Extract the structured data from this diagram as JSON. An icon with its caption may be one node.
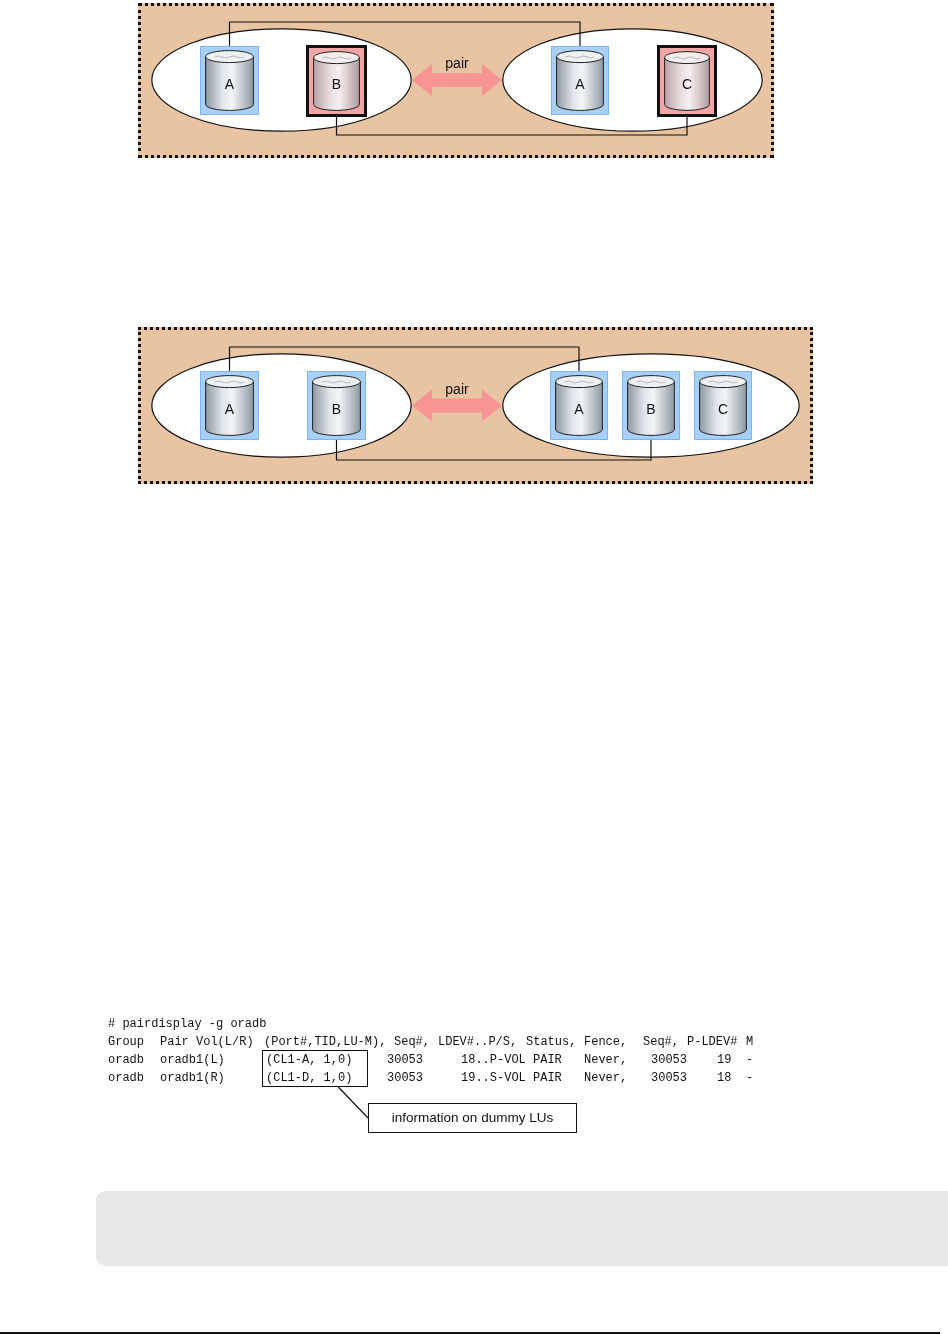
{
  "diagram": {
    "nodes": [
      {
        "text": [],
        "shape": "box"
      },
      {
        "text": [],
        "shape": "ellipse",
        "in": 0
      },
      {
        "text": [
          "A"
        ],
        "in": 1
      },
      {
        "text": [
          "B"
        ],
        "in": 1
      },
      {
        "text": [],
        "shape": "ellipse",
        "in": 0
      },
      {
        "text": [
          "A"
        ],
        "in": 4
      },
      {
        "text": [
          "C"
        ],
        "in": 4
      },
      {
        "text": [],
        "shape": "box"
      },
      {
        "text": [],
        "shape": "ellipse",
        "in": 7
      },
      {
        "text": [
          "A"
        ],
        "in": 8
      },
      {
        "text": [
          "B"
        ],
        "in": 8
      },
      {
        "text": [],
        "shape": "ellipse",
        "in": 7
      },
      {
        "text": [
          "A"
        ],
        "in": 11
      },
      {
        "text": [
          "B"
        ],
        "in": 11
      },
      {
        "text": [
          "C"
        ],
        "in": 11
      },
      {
        "text": [
          "(CL1-A, 1,0)",
          "(CL1-D, 1,0)"
        ]
      },
      {
        "text": [
          "information on dummy LUs"
        ]
      }
    ],
    "edges": [
      {
        "from": 1,
        "to": 4,
        "arrow": "both",
        "label": "pair",
        "style": "thick",
        "color": "#f79494"
      },
      {
        "from": 2,
        "to": 5,
        "arrow": "none"
      },
      {
        "from": 3,
        "to": 6,
        "arrow": "none"
      },
      {
        "from": 8,
        "to": 11,
        "arrow": "both",
        "label": "pair",
        "style": "thick",
        "color": "#f79494"
      },
      {
        "from": 9,
        "to": 12,
        "arrow": "none"
      },
      {
        "from": 10,
        "to": 13,
        "arrow": "none"
      },
      {
        "from": 16,
        "to": 15,
        "arrow": "none"
      }
    ],
    "labels": [
      "# pairdisplay -g oradb",
      "Group",
      "Pair Vol(L/R)",
      "(Port#,TID,LU-M),",
      "Seq#,",
      "LDEV#..P/S,",
      "Status,",
      "Fence,",
      "Seq#,",
      "P-LDEV#",
      "M",
      "oradb",
      "oradb1(L)",
      "30053",
      "18..P-VOL",
      "PAIR",
      "Never,",
      "30053",
      "19",
      "-",
      "oradb",
      "oradb1(R)",
      "30053",
      "19..S-VOL",
      "PAIR",
      "Never,",
      "30053",
      "18",
      "-"
    ]
  }
}
